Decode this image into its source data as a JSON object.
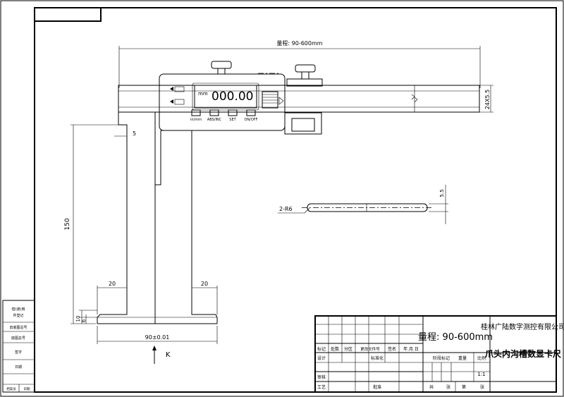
{
  "drawing": {
    "dims": {
      "range": "量程: 90-600mm",
      "height": "150",
      "blade_thickness": "5",
      "foot_left": "20",
      "foot_right": "20",
      "foot_h1": "10",
      "foot_h2": "6",
      "base_width": "90±0.01",
      "view_label": "K",
      "beam_section": "24X5.5",
      "tip_radius": "2-R6",
      "tip_dim": "5.5"
    },
    "display": {
      "unit": "mm",
      "reading": "000.00",
      "btn1": "in/mm",
      "btn2": "ABS/INC",
      "btn3": "SET",
      "btn4": "ON/OFF"
    }
  },
  "title_block": {
    "company": "桂林广陆数字测控有限公司",
    "range": "量程: 90-600mm",
    "product": "爪头内沟槽数显卡尺",
    "scale": "1:1",
    "col_mark": "标记",
    "col_count": "处数",
    "col_zone": "分区",
    "col_doc": "更改文件号",
    "col_sign": "签名",
    "col_date": "年.月.日",
    "design": "设计",
    "standard": "标准化",
    "check": "审核",
    "process": "工艺",
    "approve": "批准",
    "stage": "阶段标记",
    "weight": "重量",
    "ratio": "比例",
    "total": "共",
    "sheet_unit": "张",
    "page": "第",
    "page_unit": "张"
  },
  "side_block": {
    "r1": "借(通)用",
    "r1b": "件登记",
    "r2": "旧底图总号",
    "r3": "底图总号",
    "r4": "签字",
    "r5": "日期",
    "r6a": "档案员",
    "r6b": "日期"
  }
}
